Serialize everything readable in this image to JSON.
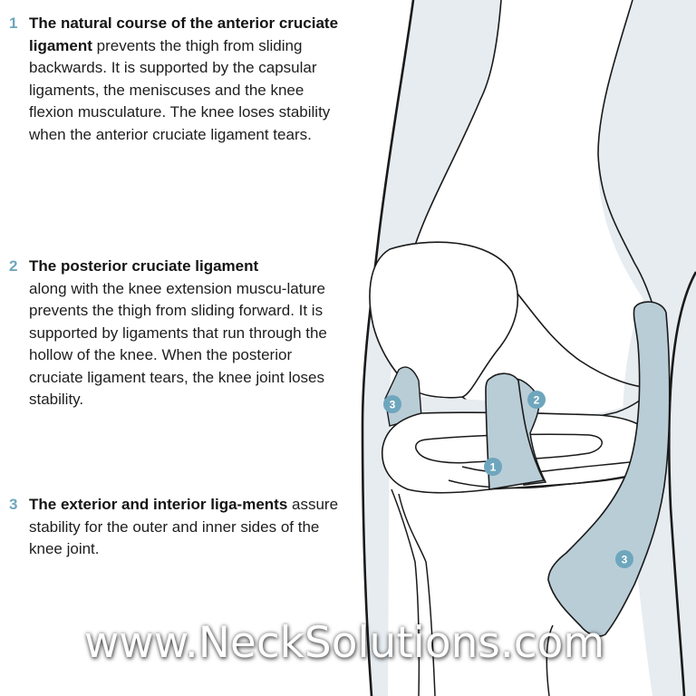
{
  "items": [
    {
      "number": "1",
      "bold": "The natural course of the anterior cruciate ligament",
      "text": " prevents the thigh from sliding backwards. It is supported by the capsular ligaments, the meniscuses and the knee flexion musculature. The knee loses stability when the anterior cruciate ligament tears."
    },
    {
      "number": "2",
      "bold": "The posterior cruciate ligament",
      "text": " along with the knee extension muscu-lature prevents the thigh from sliding forward. It is supported by ligaments that run through the hollow of the knee. When the posterior cruciate ligament tears, the knee joint loses stability."
    },
    {
      "number": "3",
      "bold": "The exterior and interior liga-ments",
      "text": "  assure stability for the outer and inner sides of the knee joint."
    }
  ],
  "diagram": {
    "labels": [
      "1",
      "2",
      "3",
      "3"
    ],
    "colors": {
      "ligament": "#b9cdd7",
      "soft_tissue": "#e6ecf0",
      "badge": "#6ea6bd",
      "outline": "#1a1a1a"
    }
  },
  "watermark": "www.NeckSolutions.com"
}
